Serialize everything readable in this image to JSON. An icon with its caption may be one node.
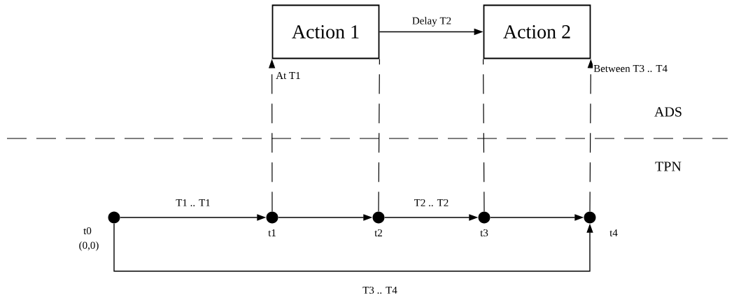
{
  "diagram": {
    "nodes": [
      {
        "text": [
          "Action 1"
        ]
      },
      {
        "text": [
          "Action 2"
        ]
      },
      {
        "text": [],
        "shape": "circle",
        "beside": [
          "t0",
          "(0,0)"
        ]
      },
      {
        "text": [],
        "shape": "circle",
        "beside": [
          "t1"
        ]
      },
      {
        "text": [],
        "shape": "circle",
        "beside": [
          "t2"
        ]
      },
      {
        "text": [],
        "shape": "circle",
        "beside": [
          "t3"
        ]
      },
      {
        "text": [],
        "shape": "circle",
        "beside": [
          "t4"
        ]
      }
    ],
    "edges": [
      {
        "from": 0,
        "to": 1,
        "arrow": "to",
        "label": "Delay T2"
      },
      {
        "from": 2,
        "to": 3,
        "arrow": "to",
        "label": "T1 .. T1"
      },
      {
        "from": 3,
        "to": 4,
        "arrow": "to"
      },
      {
        "from": 4,
        "to": 5,
        "arrow": "to",
        "label": "T2 .. T2"
      },
      {
        "from": 5,
        "to": 6,
        "arrow": "to"
      },
      {
        "from": 2,
        "to": 6,
        "arrow": "to",
        "label": "T3 .. T4"
      },
      {
        "from": 3,
        "to": 0,
        "arrow": "to",
        "style": "dashed",
        "label": "At T1"
      },
      {
        "from": 4,
        "to": 0,
        "arrow": "none",
        "style": "dashed"
      },
      {
        "from": 5,
        "to": 1,
        "arrow": "none",
        "style": "dashed"
      },
      {
        "from": 6,
        "to": 1,
        "arrow": "to",
        "style": "dashed",
        "label": "Between T3 .. T4"
      }
    ],
    "labels": [
      "ADS",
      "TPN"
    ]
  }
}
